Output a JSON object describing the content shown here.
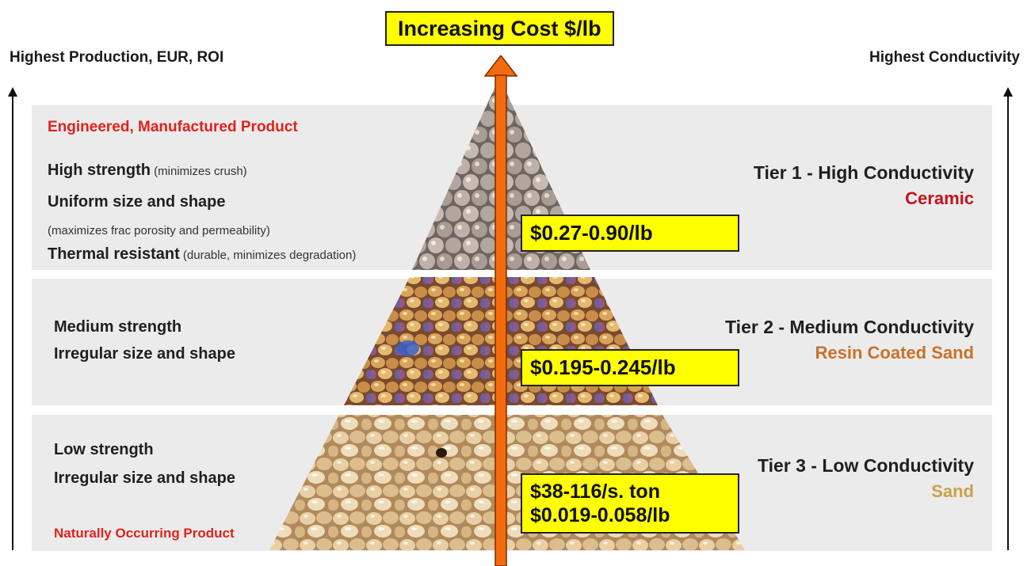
{
  "header": {
    "cost_label": "Increasing Cost $/lb",
    "left_axis": "Highest Production, EUR, ROI",
    "right_axis": "Highest Conductivity"
  },
  "tiers": [
    {
      "tier_name": "Tier 1 - High Conductivity",
      "material": "Ceramic",
      "material_color": "#c0141c",
      "category": "Engineered, Manufactured Product",
      "lines": [
        {
          "bold": "High strength",
          "note": " (minimizes crush)"
        },
        {
          "bold": "Uniform size and shape",
          "note": ""
        },
        {
          "bold": "",
          "note": "(maximizes frac porosity and permeability)"
        },
        {
          "bold": "Thermal resistant",
          "note": " (durable, minimizes degradation)"
        }
      ],
      "price": "$0.27-0.90/lb"
    },
    {
      "tier_name": "Tier 2 - Medium Conductivity",
      "material": "Resin Coated Sand",
      "material_color": "#c8722a",
      "lines": [
        {
          "bold": "Medium strength"
        },
        {
          "bold": "Irregular size and shape"
        }
      ],
      "price": "$0.195-0.245/lb"
    },
    {
      "tier_name": "Tier 3 - Low Conductivity",
      "material": "Sand",
      "material_color": "#c9a24a",
      "category": "Naturally Occurring Product",
      "lines": [
        {
          "bold": "Low strength"
        },
        {
          "bold": "Irregular size and shape"
        }
      ],
      "price_line1": "$38-116/s. ton",
      "price_line2": "$0.019-0.058/lb"
    }
  ],
  "colors": {
    "band": "#ebebeb",
    "arrow": "#f36b0c",
    "price_box": "#ffff00",
    "red_text": "#e0221c"
  }
}
